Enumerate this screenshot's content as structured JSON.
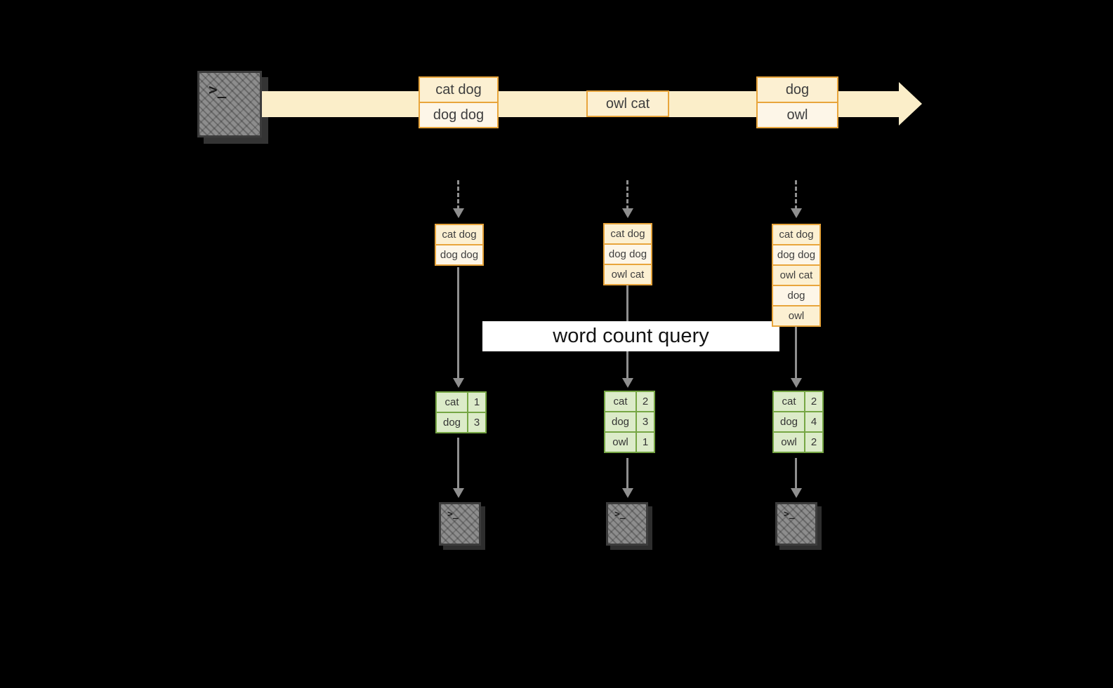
{
  "diagram": {
    "banner": {
      "label": "word count query"
    },
    "terminal_glyph": ">_",
    "stream": {
      "events": [
        {
          "labels": [
            "cat dog",
            "dog dog"
          ]
        },
        {
          "labels": [
            "owl cat"
          ]
        },
        {
          "labels": [
            "dog",
            "owl"
          ]
        }
      ]
    },
    "columns": [
      {
        "buffer": [
          "cat dog",
          "dog dog"
        ],
        "counts": [
          {
            "word": "cat",
            "count": 1
          },
          {
            "word": "dog",
            "count": 3
          }
        ]
      },
      {
        "buffer": [
          "cat dog",
          "dog dog",
          "owl cat"
        ],
        "counts": [
          {
            "word": "cat",
            "count": 2
          },
          {
            "word": "dog",
            "count": 3
          },
          {
            "word": "owl",
            "count": 1
          }
        ]
      },
      {
        "buffer": [
          "cat dog",
          "dog dog",
          "owl cat",
          "dog",
          "owl"
        ],
        "counts": [
          {
            "word": "cat",
            "count": 2
          },
          {
            "word": "dog",
            "count": 4
          },
          {
            "word": "owl",
            "count": 2
          }
        ]
      }
    ],
    "colors": {
      "background": "#000000",
      "stream_fill": "#fbeec9",
      "event_border": "#e8a53c",
      "event_fill_a": "#fcf0d2",
      "event_fill_b": "#fdf6e8",
      "table_border": "#76a644",
      "table_fill": "#dcebc9",
      "arrow": "#8f8f8f",
      "terminal_fill": "#8d8d8d",
      "banner_bg": "#ffffff",
      "banner_text": "#141414"
    }
  }
}
